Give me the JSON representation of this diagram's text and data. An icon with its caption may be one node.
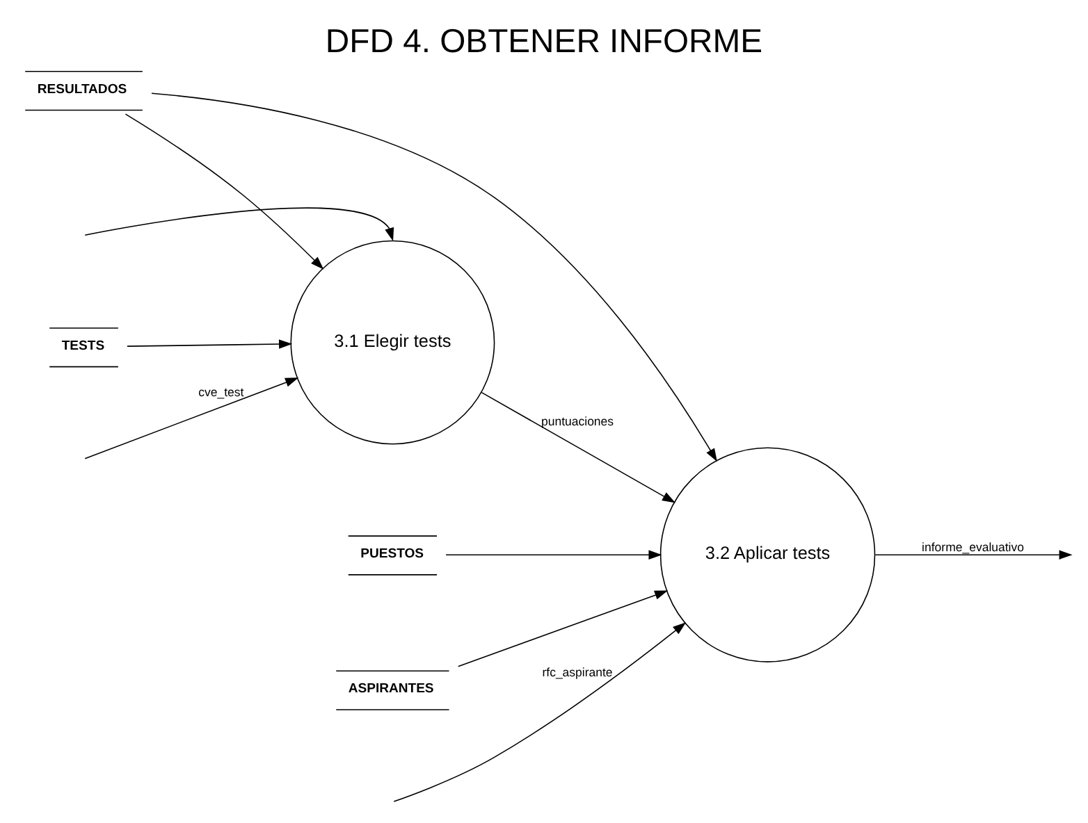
{
  "diagram": {
    "title": "DFD 4. OBTENER INFORME",
    "nodes": [
      {
        "text": [
          "3.1 Elegir tests"
        ]
      },
      {
        "text": [
          "3.2 Aplicar tests"
        ]
      },
      {
        "text": [
          "TESTS"
        ]
      },
      {
        "text": [
          "RESULTADOS"
        ]
      },
      {
        "text": [
          "PUESTOS"
        ]
      },
      {
        "text": [
          "ASPIRANTES"
        ]
      }
    ],
    "edges": [
      {
        "from": null,
        "to": 0,
        "arrow": "to"
      },
      {
        "from": null,
        "to": 0,
        "arrow": "to",
        "label": "cve_test"
      },
      {
        "from": null,
        "to": 1,
        "arrow": "to",
        "label": "rfc_aspirante"
      },
      {
        "from": 0,
        "to": 1,
        "arrow": "to",
        "label": "puntuaciones"
      },
      {
        "from": 1,
        "to": null,
        "arrow": "to",
        "label": "informe_evaluativo"
      },
      {
        "from": 2,
        "to": 0,
        "arrow": "to"
      },
      {
        "from": 3,
        "to": 0,
        "arrow": "to"
      },
      {
        "from": 3,
        "to": 1,
        "arrow": "to"
      },
      {
        "from": 4,
        "to": 1,
        "arrow": "to"
      },
      {
        "from": 5,
        "to": 1,
        "arrow": "to"
      }
    ]
  }
}
